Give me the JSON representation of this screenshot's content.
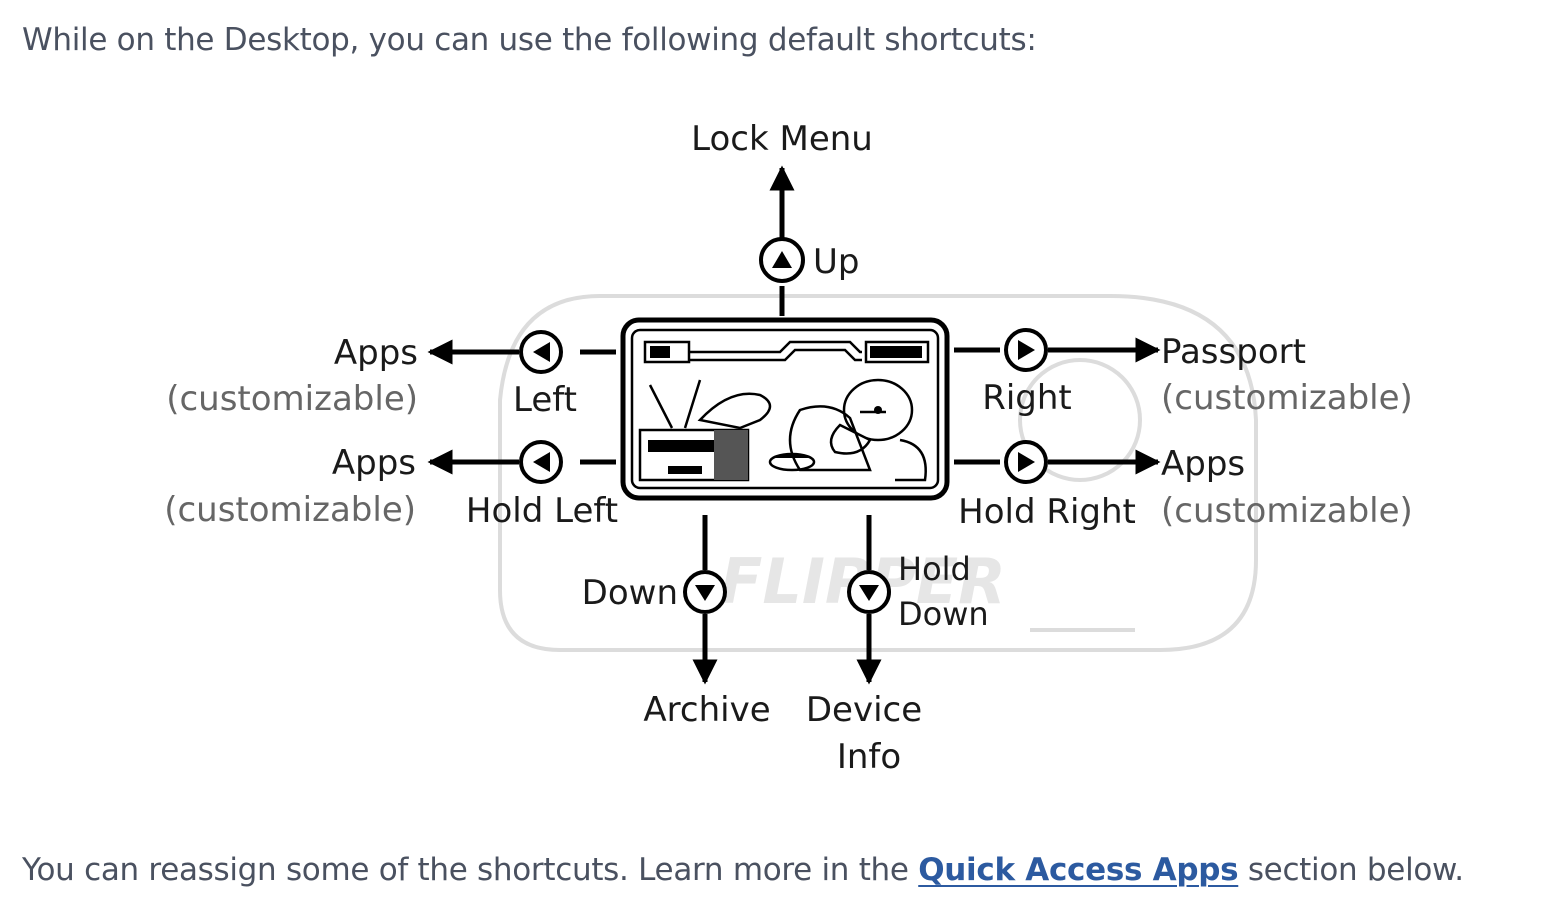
{
  "intro_text": "While on the Desktop, you can use the following default shortcuts:",
  "outro": {
    "before": "You can reassign some of the shortcuts. Learn more in the ",
    "link": "Quick Access Apps",
    "after": " section below."
  },
  "diagram": {
    "watermark": "FLIPPER",
    "up": {
      "button": "Up",
      "action": "Lock Menu"
    },
    "left": {
      "button": "Left",
      "action": "Apps",
      "note": "(customizable)"
    },
    "hold_left": {
      "button": "Hold Left",
      "action": "Apps",
      "note": "(customizable)"
    },
    "right": {
      "button": "Right",
      "action": "Passport",
      "note": "(customizable)"
    },
    "hold_right": {
      "button": "Hold Right",
      "action": "Apps",
      "note": "(customizable)"
    },
    "down": {
      "button": "Down",
      "action": "Archive"
    },
    "hold_down": {
      "button_line1": "Hold",
      "button_line2": "Down",
      "action_line1": "Device",
      "action_line2": "Info"
    }
  }
}
